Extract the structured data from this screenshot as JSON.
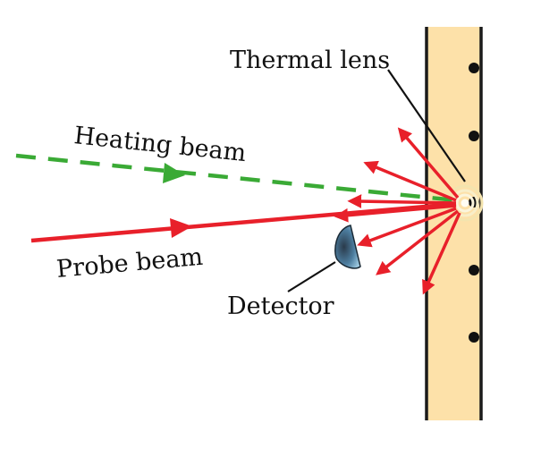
{
  "labels": {
    "thermal_lens": "Thermal lens",
    "heating_beam": "Heating beam",
    "probe_beam": "Probe beam",
    "detector": "Detector"
  },
  "colors": {
    "sample": "#fde1a9",
    "sample_edge": "#1a1a1a",
    "probe": "#e8202a",
    "heating": "#3aaa35",
    "lens_ring": "#f6e7b4",
    "detector_dark": "#2a3a4a",
    "detector_light": "#7fb6d6",
    "ink": "#111111"
  },
  "icons": {
    "detector": "detector-dome-icon",
    "beam_direction": "arrowhead-icon"
  }
}
